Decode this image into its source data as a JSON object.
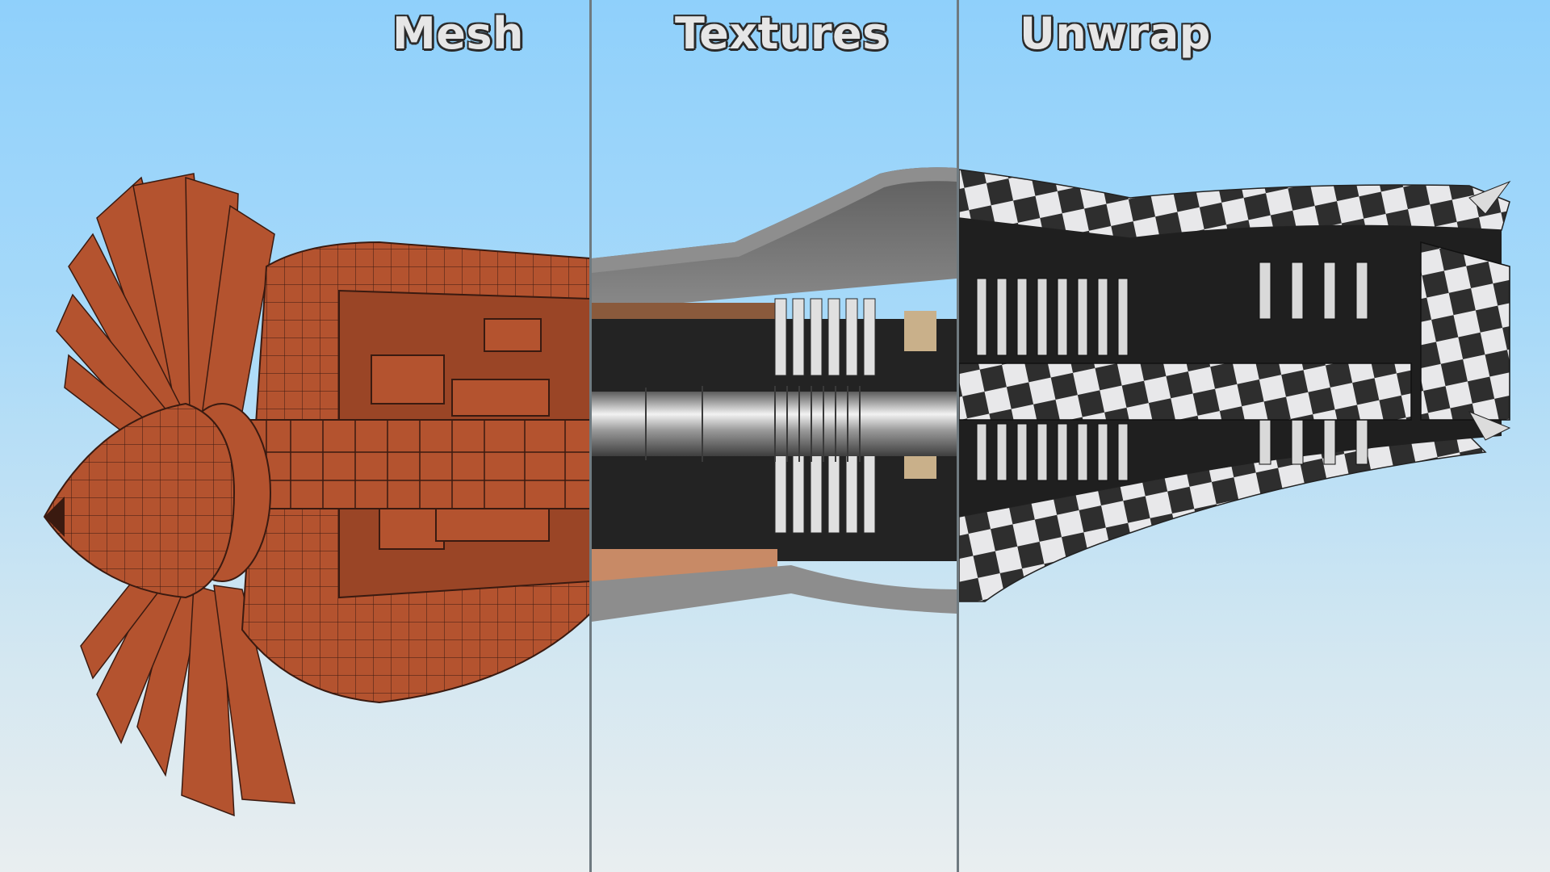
{
  "labels": {
    "mesh": "Mesh",
    "textures": "Textures",
    "unwrap": "Unwrap"
  },
  "colors": {
    "sky_top": "#8fd0fb",
    "sky_bottom": "#e9eef0",
    "mesh_copper": "#b4532f",
    "texture_grey": "#6e6e6e",
    "checker_dark": "#2e2e2e",
    "checker_light": "#e8e8ea"
  }
}
